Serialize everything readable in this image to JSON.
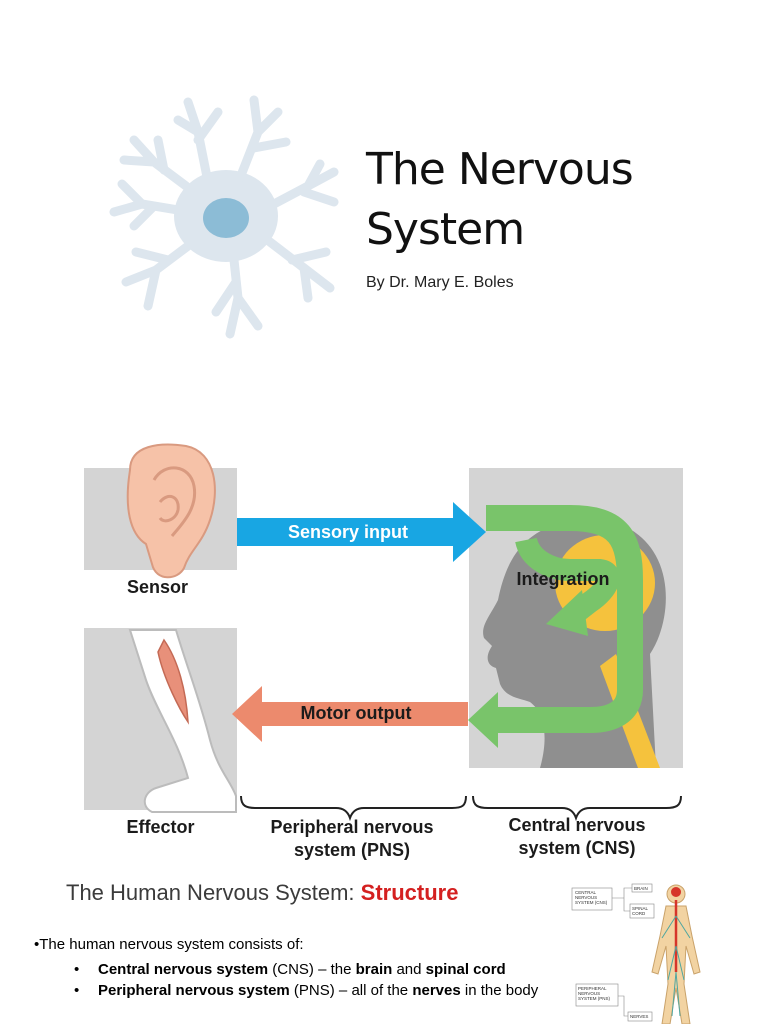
{
  "title_slide": {
    "title_line1": "The Nervous",
    "title_line2": "System",
    "byline": "By Dr. Mary E. Boles"
  },
  "diagram": {
    "sensory_input": "Sensory input",
    "integration": "Integration",
    "motor_output": "Motor output",
    "sensor": "Sensor",
    "effector": "Effector",
    "pns_line1": "Peripheral nervous",
    "pns_line2": "system (PNS)",
    "cns_line1": "Central nervous",
    "cns_line2": "system (CNS)"
  },
  "structure_slide": {
    "heading_prefix": "The Human Nervous System: ",
    "heading_emphasis": "Structure",
    "intro": "•The human nervous system consists of:",
    "bullet_marker": "•",
    "bullet1": {
      "term": "Central nervous system",
      "abbr": " (CNS) – the ",
      "brain": "brain",
      "and": " and ",
      "spinal_cord": "spinal cord"
    },
    "bullet2": {
      "term": "Peripheral nervous system",
      "abbr": " (PNS) – all of the ",
      "nerves": "nerves",
      "rest": " in the body"
    },
    "figure_labels": {
      "cns": "CENTRAL NERVOUS SYSTEM (CNS)",
      "brain": "BRAIN",
      "spinal_cord": "SPINAL CORD",
      "pns": "PERIPHERAL NERVOUS SYSTEM (PNS)",
      "nerves": "NERVES"
    }
  },
  "colors": {
    "neuron": "#dde6ee",
    "nucleus": "#8cbcd6",
    "sensory_arrow": "#18a6e3",
    "motor_arrow": "#ec8a6d",
    "integration": "#79c46a",
    "panel_gray": "#d4d4d4",
    "heading_red": "#d42020"
  }
}
